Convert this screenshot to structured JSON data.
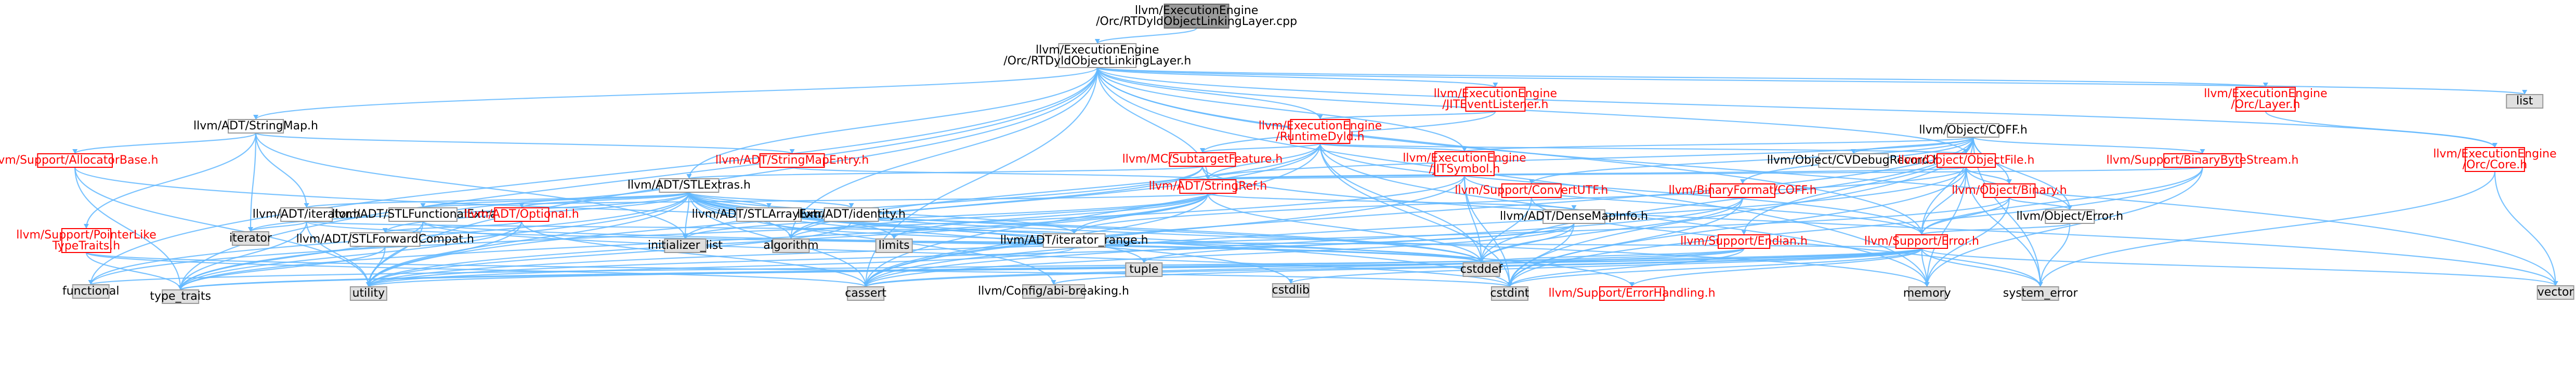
{
  "diagram": {
    "nodes": [
      {
        "id": "root",
        "lines": [
          "llvm/ExecutionEngine",
          "/Orc/RTDyldObjectLinkingLayer.cpp"
        ],
        "style": "root"
      },
      {
        "id": "rtdyld_h",
        "lines": [
          "llvm/ExecutionEngine",
          "/Orc/RTDyldObjectLinkingLayer.h"
        ],
        "style": "plain"
      },
      {
        "id": "stringmap",
        "lines": [
          "llvm/ADT/StringMap.h"
        ],
        "style": "plain"
      },
      {
        "id": "jitevent",
        "lines": [
          "llvm/ExecutionEngine",
          "/JITEventListener.h"
        ],
        "style": "red"
      },
      {
        "id": "runtimedyld",
        "lines": [
          "llvm/ExecutionEngine",
          "/RuntimeDyld.h"
        ],
        "style": "red"
      },
      {
        "id": "orclayer",
        "lines": [
          "llvm/ExecutionEngine",
          "/Orc/Layer.h"
        ],
        "style": "red"
      },
      {
        "id": "list",
        "lines": [
          "list"
        ],
        "style": "sys"
      },
      {
        "id": "orccore",
        "lines": [
          "llvm/ExecutionEngine",
          "/Orc/Core.h"
        ],
        "style": "red"
      },
      {
        "id": "coff",
        "lines": [
          "llvm/Object/COFF.h"
        ],
        "style": "plain"
      },
      {
        "id": "allocatorbase",
        "lines": [
          "llvm/Support/AllocatorBase.h"
        ],
        "style": "red"
      },
      {
        "id": "stringmapentry",
        "lines": [
          "llvm/ADT/StringMapEntry.h"
        ],
        "style": "red"
      },
      {
        "id": "subtarget",
        "lines": [
          "llvm/MC/SubtargetFeature.h"
        ],
        "style": "red"
      },
      {
        "id": "jitsymbol",
        "lines": [
          "llvm/ExecutionEngine",
          "/JITSymbol.h"
        ],
        "style": "red"
      },
      {
        "id": "cvdebug",
        "lines": [
          "llvm/Object/CVDebugRecord.h"
        ],
        "style": "plain"
      },
      {
        "id": "objectfile",
        "lines": [
          "llvm/Object/ObjectFile.h"
        ],
        "style": "red"
      },
      {
        "id": "binarystream",
        "lines": [
          "llvm/Support/BinaryByteStream.h"
        ],
        "style": "red"
      },
      {
        "id": "stlextras",
        "lines": [
          "llvm/ADT/STLExtras.h"
        ],
        "style": "plain"
      },
      {
        "id": "stringref",
        "lines": [
          "llvm/ADT/StringRef.h"
        ],
        "style": "red"
      },
      {
        "id": "convertutf",
        "lines": [
          "llvm/Support/ConvertUTF.h"
        ],
        "style": "red"
      },
      {
        "id": "binaryformat",
        "lines": [
          "llvm/BinaryFormat/COFF.h"
        ],
        "style": "red"
      },
      {
        "id": "objbinary",
        "lines": [
          "llvm/Object/Binary.h"
        ],
        "style": "red"
      },
      {
        "id": "iterator",
        "lines": [
          "llvm/ADT/iterator.h"
        ],
        "style": "plain"
      },
      {
        "id": "stlfunctional",
        "lines": [
          "llvm/ADT/STLFunctionalExtras.h"
        ],
        "style": "plain"
      },
      {
        "id": "optional",
        "lines": [
          "llvm/ADT/Optional.h"
        ],
        "style": "red"
      },
      {
        "id": "stlarray",
        "lines": [
          "llvm/ADT/STLArrayExtras.h"
        ],
        "style": "plain"
      },
      {
        "id": "identity",
        "lines": [
          "llvm/ADT/identity.h"
        ],
        "style": "plain"
      },
      {
        "id": "densemapinfo",
        "lines": [
          "llvm/ADT/DenseMapInfo.h"
        ],
        "style": "plain"
      },
      {
        "id": "objerror",
        "lines": [
          "llvm/Object/Error.h"
        ],
        "style": "plain"
      },
      {
        "id": "ptrliketraits",
        "lines": [
          "llvm/Support/PointerLike",
          "TypeTraits.h"
        ],
        "style": "red"
      },
      {
        "id": "iteratorsys",
        "lines": [
          "iterator"
        ],
        "style": "sys"
      },
      {
        "id": "stlforward",
        "lines": [
          "llvm/ADT/STLForwardCompat.h"
        ],
        "style": "plain"
      },
      {
        "id": "iteratorrange",
        "lines": [
          "llvm/ADT/iterator_range.h"
        ],
        "style": "plain"
      },
      {
        "id": "endian",
        "lines": [
          "llvm/Support/Endian.h"
        ],
        "style": "red"
      },
      {
        "id": "supporterror",
        "lines": [
          "llvm/Support/Error.h"
        ],
        "style": "red"
      },
      {
        "id": "initlist",
        "lines": [
          "initializer_list"
        ],
        "style": "sys"
      },
      {
        "id": "algorithm",
        "lines": [
          "algorithm"
        ],
        "style": "sys"
      },
      {
        "id": "limits",
        "lines": [
          "limits"
        ],
        "style": "sys"
      },
      {
        "id": "tuple",
        "lines": [
          "tuple"
        ],
        "style": "sys"
      },
      {
        "id": "cstddef",
        "lines": [
          "cstddef"
        ],
        "style": "sys"
      },
      {
        "id": "functional",
        "lines": [
          "functional"
        ],
        "style": "sys"
      },
      {
        "id": "typetraits",
        "lines": [
          "type_traits"
        ],
        "style": "sys"
      },
      {
        "id": "utility",
        "lines": [
          "utility"
        ],
        "style": "sys"
      },
      {
        "id": "cassert",
        "lines": [
          "cassert"
        ],
        "style": "sys"
      },
      {
        "id": "configabi",
        "lines": [
          "llvm/Config/abi-breaking.h"
        ],
        "style": "sys"
      },
      {
        "id": "cstdlib",
        "lines": [
          "cstdlib"
        ],
        "style": "sys"
      },
      {
        "id": "cstdint",
        "lines": [
          "cstdint"
        ],
        "style": "sys"
      },
      {
        "id": "errorhandling",
        "lines": [
          "llvm/Support/ErrorHandling.h"
        ],
        "style": "red"
      },
      {
        "id": "memory",
        "lines": [
          "memory"
        ],
        "style": "sys"
      },
      {
        "id": "systemerror",
        "lines": [
          "system_error"
        ],
        "style": "sys"
      },
      {
        "id": "vector",
        "lines": [
          "vector"
        ],
        "style": "sys"
      }
    ],
    "edges": [
      [
        "root",
        "rtdyld_h"
      ],
      [
        "rtdyld_h",
        "stringmap"
      ],
      [
        "rtdyld_h",
        "stringref"
      ],
      [
        "rtdyld_h",
        "stlextras"
      ],
      [
        "rtdyld_h",
        "jitevent"
      ],
      [
        "rtdyld_h",
        "runtimedyld"
      ],
      [
        "rtdyld_h",
        "jitsymbol"
      ],
      [
        "rtdyld_h",
        "orclayer"
      ],
      [
        "rtdyld_h",
        "list"
      ],
      [
        "rtdyld_h",
        "orccore"
      ],
      [
        "rtdyld_h",
        "objectfile"
      ],
      [
        "rtdyld_h",
        "supporterror"
      ],
      [
        "rtdyld_h",
        "algorithm"
      ],
      [
        "rtdyld_h",
        "functional"
      ],
      [
        "rtdyld_h",
        "memory"
      ],
      [
        "rtdyld_h",
        "utility"
      ],
      [
        "rtdyld_h",
        "vector"
      ],
      [
        "rtdyld_h",
        "cassert"
      ],
      [
        "rtdyld_h",
        "typetraits"
      ],
      [
        "stringmap",
        "stringmapentry"
      ],
      [
        "stringmap",
        "allocatorbase"
      ],
      [
        "stringmap",
        "iterator"
      ],
      [
        "stringmap",
        "ptrliketraits"
      ],
      [
        "stringmap",
        "initlist"
      ],
      [
        "stringmap",
        "iteratorsys"
      ],
      [
        "stringmapentry",
        "stringref"
      ],
      [
        "jitevent",
        "runtimedyld"
      ],
      [
        "jitevent",
        "subtarget"
      ],
      [
        "runtimedyld",
        "jitsymbol"
      ],
      [
        "runtimedyld",
        "stringref"
      ],
      [
        "runtimedyld",
        "objectfile"
      ],
      [
        "runtimedyld",
        "supporterror"
      ],
      [
        "runtimedyld",
        "algorithm"
      ],
      [
        "runtimedyld",
        "cassert"
      ],
      [
        "runtimedyld",
        "cstddef"
      ],
      [
        "runtimedyld",
        "cstdint"
      ],
      [
        "runtimedyld",
        "memory"
      ],
      [
        "runtimedyld",
        "utility"
      ],
      [
        "runtimedyld",
        "subtarget"
      ],
      [
        "orclayer",
        "orccore"
      ],
      [
        "orccore",
        "vector"
      ],
      [
        "orccore",
        "systemerror"
      ],
      [
        "coff",
        "cvdebug"
      ],
      [
        "coff",
        "objectfile"
      ],
      [
        "coff",
        "binarystream"
      ],
      [
        "coff",
        "binaryformat"
      ],
      [
        "coff",
        "convertutf"
      ],
      [
        "coff",
        "objbinary"
      ],
      [
        "coff",
        "objerror"
      ],
      [
        "coff",
        "supporterror"
      ],
      [
        "coff",
        "endian"
      ],
      [
        "coff",
        "stringref"
      ],
      [
        "coff",
        "jitsymbol"
      ],
      [
        "coff",
        "cassert"
      ],
      [
        "coff",
        "cstddef"
      ],
      [
        "coff",
        "cstdint"
      ],
      [
        "coff",
        "systemerror"
      ],
      [
        "subtarget",
        "stringref"
      ],
      [
        "subtarget",
        "stlextras"
      ],
      [
        "subtarget",
        "algorithm"
      ],
      [
        "subtarget",
        "initlist"
      ],
      [
        "subtarget",
        "vector"
      ],
      [
        "jitsymbol",
        "stringref"
      ],
      [
        "jitsymbol",
        "supporterror"
      ],
      [
        "jitsymbol",
        "functional"
      ],
      [
        "jitsymbol",
        "cassert"
      ],
      [
        "jitsymbol",
        "cstddef"
      ],
      [
        "jitsymbol",
        "cstdint"
      ],
      [
        "jitsymbol",
        "string_lbl"
      ],
      [
        "objectfile",
        "stringref"
      ],
      [
        "objectfile",
        "objbinary"
      ],
      [
        "objectfile",
        "objerror"
      ],
      [
        "objectfile",
        "supporterror"
      ],
      [
        "objectfile",
        "iteratorrange"
      ],
      [
        "objectfile",
        "cassert"
      ],
      [
        "objectfile",
        "cstdint"
      ],
      [
        "objectfile",
        "memory"
      ],
      [
        "objectfile",
        "systemerror"
      ],
      [
        "binarystream",
        "stringref"
      ],
      [
        "binarystream",
        "supporterror"
      ],
      [
        "binarystream",
        "memory"
      ],
      [
        "binarystream",
        "cstdint"
      ],
      [
        "stlextras",
        "iterator"
      ],
      [
        "stlextras",
        "stlfunctional"
      ],
      [
        "stlextras",
        "optional"
      ],
      [
        "stlextras",
        "stlarray"
      ],
      [
        "stlextras",
        "identity"
      ],
      [
        "stlextras",
        "stlforward"
      ],
      [
        "stlextras",
        "iteratorrange"
      ],
      [
        "stlextras",
        "configabi"
      ],
      [
        "stlextras",
        "errorhandling"
      ],
      [
        "stlextras",
        "algorithm"
      ],
      [
        "stlextras",
        "cassert"
      ],
      [
        "stlextras",
        "cstddef"
      ],
      [
        "stlextras",
        "cstdint"
      ],
      [
        "stlextras",
        "cstdlib"
      ],
      [
        "stlextras",
        "functional"
      ],
      [
        "stlextras",
        "initlist"
      ],
      [
        "stlextras",
        "iteratorsys"
      ],
      [
        "stlextras",
        "limits"
      ],
      [
        "stlextras",
        "memory"
      ],
      [
        "stlextras",
        "tuple"
      ],
      [
        "stlextras",
        "typetraits"
      ],
      [
        "stlextras",
        "utility"
      ],
      [
        "stringref",
        "densemapinfo"
      ],
      [
        "stringref",
        "stlfunctional"
      ],
      [
        "stringref",
        "iteratorrange"
      ],
      [
        "stringref",
        "algorithm"
      ],
      [
        "stringref",
        "cassert"
      ],
      [
        "stringref",
        "cstddef"
      ],
      [
        "stringref",
        "limits"
      ],
      [
        "stringref",
        "typetraits"
      ],
      [
        "stringref",
        "utility"
      ],
      [
        "stringref",
        "initlist"
      ],
      [
        "stringref",
        "cstring_lbl"
      ],
      [
        "convertutf",
        "cstddef"
      ],
      [
        "convertutf",
        "systemerror"
      ],
      [
        "binaryformat",
        "cassert"
      ],
      [
        "binaryformat",
        "cstddef"
      ],
      [
        "binaryformat",
        "cstdint"
      ],
      [
        "objbinary",
        "objerror"
      ],
      [
        "objbinary",
        "supporterror"
      ],
      [
        "objbinary",
        "memory"
      ],
      [
        "objbinary",
        "utility"
      ],
      [
        "iterator",
        "iteratorrange"
      ],
      [
        "iterator",
        "cstddef"
      ],
      [
        "iterator",
        "iteratorsys"
      ],
      [
        "iterator",
        "typetraits"
      ],
      [
        "iterator",
        "utility"
      ],
      [
        "stlfunctional",
        "stlextras"
      ],
      [
        "stlfunctional",
        "cstddef"
      ],
      [
        "stlfunctional",
        "cstdint"
      ],
      [
        "stlfunctional",
        "typetraits"
      ],
      [
        "stlfunctional",
        "utility"
      ],
      [
        "optional",
        "stlforward"
      ],
      [
        "optional",
        "cassert"
      ],
      [
        "optional",
        "cstring_lbl"
      ],
      [
        "optional",
        "typetraits"
      ],
      [
        "optional",
        "utility"
      ],
      [
        "stlarray",
        "cstddef"
      ],
      [
        "identity",
        "utility"
      ],
      [
        "densemapinfo",
        "cassert"
      ],
      [
        "densemapinfo",
        "cstddef"
      ],
      [
        "densemapinfo",
        "cstdint"
      ],
      [
        "densemapinfo",
        "tuple"
      ],
      [
        "densemapinfo",
        "utility"
      ],
      [
        "objerror",
        "supporterror"
      ],
      [
        "objerror",
        "systemerror"
      ],
      [
        "ptrliketraits",
        "cassert"
      ],
      [
        "ptrliketraits",
        "cstdint"
      ],
      [
        "ptrliketraits",
        "typetraits"
      ],
      [
        "stlforward",
        "typetraits"
      ],
      [
        "stlforward",
        "utility"
      ],
      [
        "iteratorrange",
        "utility"
      ],
      [
        "endian",
        "cassert"
      ],
      [
        "endian",
        "cstddef"
      ],
      [
        "endian",
        "cstdint"
      ],
      [
        "endian",
        "typetraits"
      ],
      [
        "supporterror",
        "configabi"
      ],
      [
        "supporterror",
        "errorhandling"
      ],
      [
        "supporterror",
        "algorithm"
      ],
      [
        "supporterror",
        "cassert"
      ],
      [
        "supporterror",
        "cstdint"
      ],
      [
        "supporterror",
        "cstdlib"
      ],
      [
        "supporterror",
        "functional"
      ],
      [
        "supporterror",
        "memory"
      ],
      [
        "supporterror",
        "systemerror"
      ],
      [
        "supporterror",
        "typetraits"
      ],
      [
        "supporterror",
        "utility"
      ],
      [
        "supporterror",
        "vector"
      ],
      [
        "allocatorbase",
        "typetraits"
      ],
      [
        "allocatorbase",
        "cstddef"
      ],
      [
        "allocatorbase",
        "utility"
      ]
    ]
  }
}
